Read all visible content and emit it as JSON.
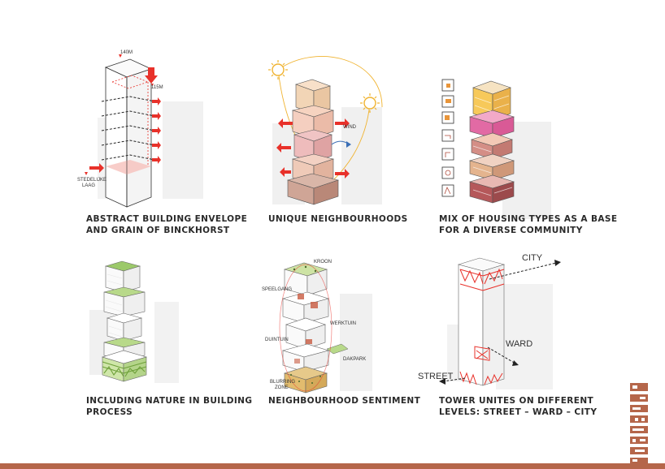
{
  "panels": [
    {
      "caption": [
        "ABSTRACT BUILDING ENVELOPE",
        "AND GRAIN OF BINCKHORST"
      ],
      "labels": {
        "height_top": "140M",
        "height_mid": "115M",
        "stedelijke_1": "STEDELIJKE",
        "stedelijke_2": "LAAG"
      }
    },
    {
      "caption": [
        "UNIQUE NEIGHBOURHOODS"
      ],
      "labels": {
        "wind": "WIND"
      }
    },
    {
      "caption": [
        "MIX OF HOUSING TYPES AS A BASE",
        "FOR A DIVERSE COMMUNITY"
      ],
      "labels": {}
    },
    {
      "caption": [
        "INCLUDING NATURE IN BUILDING",
        "PROCESS"
      ],
      "labels": {}
    },
    {
      "caption": [
        "NEIGHBOURHOOD SENTIMENT"
      ],
      "labels": {
        "kroon": "KROON",
        "speelgang": "SPEELGANG",
        "werktuin": "WERKTUIN",
        "duintuin": "DUINTUIN",
        "dakpark": "DAKPARK",
        "blurring_1": "BLURRING",
        "blurring_2": "ZONE"
      }
    },
    {
      "caption": [
        "TOWER UNITES ON DIFFERENT",
        "LEVELS: STREET – WARD – CITY"
      ],
      "labels": {
        "city": "CITY",
        "ward": "WARD",
        "street": "STREET"
      }
    }
  ],
  "colors": {
    "accent_red": "#e8312a",
    "sun": "#f0b330",
    "footer_bar": "#b5664a",
    "nature_green": "#9cc96a",
    "caption_text": "#2a2a2a"
  },
  "icons": [
    "sun-icon",
    "wind-arrow-icon",
    "logo-mark"
  ]
}
